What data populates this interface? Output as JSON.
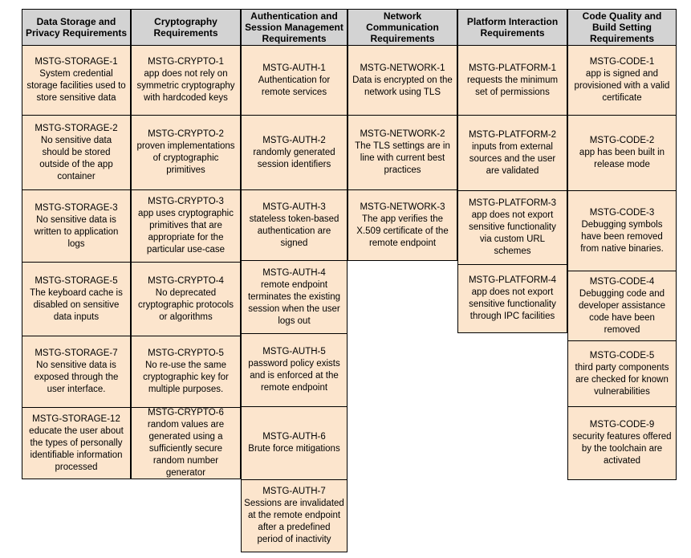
{
  "colors": {
    "page_bg": "#ffffff",
    "header_bg": "#d3d3d3",
    "cell_bg": "#fce5cd",
    "border": "#000000",
    "text": "#000000"
  },
  "columns": [
    {
      "header": "Data Storage and Privacy Requirements",
      "header_lines": [
        "Data Storage and",
        "Privacy Requirements"
      ],
      "cells": [
        {
          "id": "MSTG-STORAGE-1",
          "desc": "System credential storage facilities used to store sensitive data",
          "desc_lines": [
            "System credential",
            "storage facilities used to",
            "store sensitive data"
          ]
        },
        {
          "id": "MSTG-STORAGE-2",
          "desc": "No sensitive data should be stored outside of the app container",
          "desc_lines": [
            "No sensitive data",
            "should be stored",
            "outside of the app",
            "container"
          ]
        },
        {
          "id": "MSTG-STORAGE-3",
          "desc": "No sensitive data is written to application logs",
          "desc_lines": [
            "No sensitive data is",
            "written to application",
            "logs"
          ]
        },
        {
          "id": "MSTG-STORAGE-5",
          "desc": "The keyboard cache is disabled on sensitive data inputs",
          "desc_lines": [
            "The keyboard cache is",
            "disabled on sensitive",
            "data inputs"
          ]
        },
        {
          "id": "MSTG-STORAGE-7",
          "desc": "No sensitive data is exposed through the user interface.",
          "desc_lines": [
            "No sensitive data is",
            "exposed through the",
            "user interface."
          ]
        },
        {
          "id": "MSTG-STORAGE-12",
          "desc": "educate the user about the types of personally identifiable information processed",
          "desc_lines": [
            "educate the user about",
            "the types of personally",
            "identifiable information",
            "processed"
          ]
        }
      ]
    },
    {
      "header": "Cryptography Requirements",
      "header_lines": [
        "Cryptography",
        "Requirements"
      ],
      "cells": [
        {
          "id": "MSTG-CRYPTO-1",
          "desc": "app does not rely on symmetric cryptography with hardcoded keys",
          "desc_lines": [
            "app does not rely on",
            "symmetric cryptography",
            "with hardcoded keys"
          ]
        },
        {
          "id": "MSTG-CRYPTO-2",
          "desc": "proven implementations of cryptographic primitives",
          "desc_lines": [
            "proven implementations",
            "of cryptographic",
            "primitives"
          ]
        },
        {
          "id": "MSTG-CRYPTO-3",
          "desc": "app uses cryptographic primitives that are appropriate for the particular use-case",
          "desc_lines": [
            "app uses cryptographic",
            "primitives that are",
            "appropriate for the",
            "particular use-case"
          ]
        },
        {
          "id": "MSTG-CRYPTO-4",
          "desc": "No deprecated cryptographic protocols or algorithms",
          "desc_lines": [
            "No deprecated",
            "cryptographic protocols",
            "or algorithms"
          ]
        },
        {
          "id": "MSTG-CRYPTO-5",
          "desc": "No re-use the same cryptographic key for multiple purposes.",
          "desc_lines": [
            "No re-use the same",
            "cryptographic key for",
            "multiple purposes."
          ]
        },
        {
          "id": "MSTG-CRYPTO-6",
          "desc": "random values are generated using a sufficiently secure random number generator",
          "desc_lines": [
            "random values are",
            "generated using a",
            "sufficiently secure",
            "random number",
            "generator"
          ]
        }
      ]
    },
    {
      "header": "Authentication and Session Management Requirements",
      "header_lines": [
        "Authentication and",
        "Session Management",
        "Requirements"
      ],
      "cells": [
        {
          "id": "MSTG-AUTH-1",
          "desc": "Authentication for remote services",
          "desc_lines": [
            "Authentication for",
            "remote services"
          ]
        },
        {
          "id": "MSTG-AUTH-2",
          "desc": "randomly generated session identifiers",
          "desc_lines": [
            "randomly generated",
            "session identifiers"
          ]
        },
        {
          "id": "MSTG-AUTH-3",
          "desc": "stateless token-based authentication are signed",
          "desc_lines": [
            "stateless token-based",
            "authentication are",
            "signed"
          ]
        },
        {
          "id": "MSTG-AUTH-4",
          "desc": "remote endpoint terminates the existing session when the user logs out",
          "desc_lines": [
            "remote endpoint",
            "terminates the existing",
            "session when the user",
            "logs out"
          ]
        },
        {
          "id": "MSTG-AUTH-5",
          "desc": "password policy exists and is enforced at the remote endpoint",
          "desc_lines": [
            "password policy exists",
            "and is enforced at the",
            "remote endpoint"
          ]
        },
        {
          "id": "MSTG-AUTH-6",
          "desc": "Brute force mitigations",
          "desc_lines": [
            "Brute force mitigations"
          ]
        },
        {
          "id": "MSTG-AUTH-7",
          "desc": "Sessions are invalidated at the remote endpoint after a predefined period of inactivity",
          "desc_lines": [
            "Sessions are invalidated",
            "at the remote endpoint",
            "after a predefined",
            "period of inactivity"
          ]
        }
      ]
    },
    {
      "header": "Network Communication Requirements",
      "header_lines": [
        "Network",
        "Communication",
        "Requirements"
      ],
      "cells": [
        {
          "id": "MSTG-NETWORK-1",
          "desc": "Data is encrypted on the network using TLS",
          "desc_lines": [
            "Data is encrypted on the",
            "network using TLS"
          ]
        },
        {
          "id": "MSTG-NETWORK-2",
          "desc": "The TLS settings are in line with current best practices",
          "desc_lines": [
            "The TLS settings are in",
            "line with current best",
            "practices"
          ]
        },
        {
          "id": "MSTG-NETWORK-3",
          "desc": "The app verifies the X.509 certificate of the remote endpoint",
          "desc_lines": [
            "The app verifies the",
            "X.509 certificate of the",
            "remote endpoint"
          ]
        }
      ]
    },
    {
      "header": "Platform Interaction Requirements",
      "header_lines": [
        "Platform Interaction",
        "Requirements"
      ],
      "cells": [
        {
          "id": "MSTG-PLATFORM-1",
          "desc": "requests the minimum set of permissions",
          "desc_lines": [
            "requests the minimum",
            "set of permissions"
          ]
        },
        {
          "id": "MSTG-PLATFORM-2",
          "desc": "inputs from external sources and the user are validated",
          "desc_lines": [
            "inputs from external",
            "sources and the user",
            "are validated"
          ]
        },
        {
          "id": "MSTG-PLATFORM-3",
          "desc": "app does not export sensitive functionality via custom URL schemes",
          "desc_lines": [
            "app does not export",
            "sensitive functionality",
            "via custom URL",
            "schemes"
          ]
        },
        {
          "id": "MSTG-PLATFORM-4",
          "desc": "app does not export sensitive functionality through IPC facilities",
          "desc_lines": [
            "app does not export",
            "sensitive functionality",
            "through IPC facilities"
          ]
        }
      ]
    },
    {
      "header": "Code Quality and Build Setting Requirements",
      "header_lines": [
        "Code Quality and",
        "Build Setting",
        "Requirements"
      ],
      "cells": [
        {
          "id": "MSTG-CODE-1",
          "desc": "app is signed and provisioned with a valid certificate",
          "desc_lines": [
            "app is signed and",
            "provisioned with a valid",
            "certificate"
          ]
        },
        {
          "id": "MSTG-CODE-2",
          "desc": "app has been built in release mode",
          "desc_lines": [
            "app has been built in",
            "release mode"
          ]
        },
        {
          "id": "MSTG-CODE-3",
          "desc": "Debugging symbols have been removed from native binaries.",
          "desc_lines": [
            "Debugging symbols",
            "have been removed",
            "from native binaries."
          ]
        },
        {
          "id": "MSTG-CODE-4",
          "desc": "Debugging code and developer assistance code have been removed",
          "desc_lines": [
            "Debugging code and",
            "developer assistance",
            "code have been",
            "removed"
          ]
        },
        {
          "id": "MSTG-CODE-5",
          "desc": "third party components are checked for known vulnerabilities",
          "desc_lines": [
            "third party components",
            "are checked for known",
            "vulnerabilities"
          ]
        },
        {
          "id": "MSTG-CODE-9",
          "desc": "security features offered by the toolchain are activated",
          "desc_lines": [
            "security features offered",
            "by the toolchain are",
            "activated"
          ]
        }
      ]
    }
  ]
}
